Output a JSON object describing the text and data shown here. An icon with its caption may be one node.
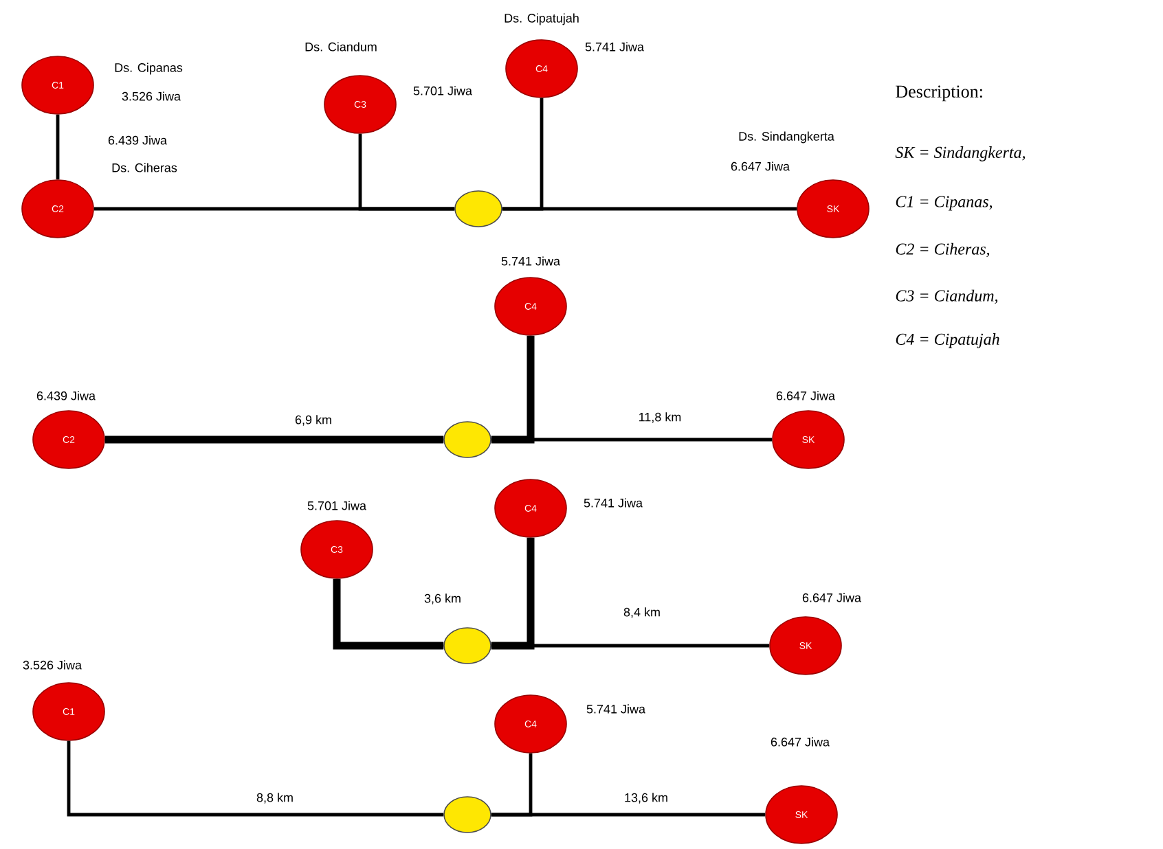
{
  "diagram": {
    "nodes": [
      {
        "text": [
          "C1"
        ],
        "beside": [
          "Ds. Cipanas",
          "3.526 Jiwa"
        ]
      },
      {
        "text": [
          "C2"
        ],
        "beside": [
          "6.439 Jiwa",
          "Ds. Ciheras"
        ]
      },
      {
        "text": [
          "C3"
        ],
        "beside": [
          "Ds. Ciandum",
          "5.701 Jiwa"
        ]
      },
      {
        "text": [
          "C4"
        ],
        "beside": [
          "Ds. Cipatujah",
          "5.741 Jiwa"
        ]
      },
      {
        "text": [],
        "shape": "circle"
      },
      {
        "text": [
          "SK"
        ],
        "beside": [
          "Ds. Sindangkerta",
          "6.647 Jiwa"
        ]
      },
      {
        "text": [
          "C2"
        ],
        "beside": [
          "6.439 Jiwa"
        ]
      },
      {
        "text": [
          "C4"
        ],
        "beside": [
          "5.741 Jiwa"
        ]
      },
      {
        "text": [],
        "shape": "circle"
      },
      {
        "text": [
          "SK"
        ],
        "beside": [
          "6.647 Jiwa"
        ]
      },
      {
        "text": [
          "C3"
        ],
        "beside": [
          "5.701 Jiwa"
        ]
      },
      {
        "text": [
          "C4"
        ],
        "beside": [
          "5.741 Jiwa"
        ]
      },
      {
        "text": [],
        "shape": "circle"
      },
      {
        "text": [
          "SK"
        ],
        "beside": [
          "6.647 Jiwa"
        ]
      },
      {
        "text": [
          "C1"
        ],
        "beside": [
          "3.526 Jiwa"
        ]
      },
      {
        "text": [
          "C4"
        ],
        "beside": [
          "5.741 Jiwa"
        ]
      },
      {
        "text": [],
        "shape": "circle"
      },
      {
        "text": [
          "SK"
        ],
        "beside": [
          "6.647 Jiwa"
        ]
      }
    ],
    "edges": [
      {
        "from": 0,
        "to": 1,
        "arrow": "none"
      },
      {
        "from": 1,
        "to": 4,
        "arrow": "none"
      },
      {
        "from": 2,
        "to": 4,
        "arrow": "none"
      },
      {
        "from": 3,
        "to": 4,
        "arrow": "none"
      },
      {
        "from": 4,
        "to": 5,
        "arrow": "none"
      },
      {
        "from": 6,
        "to": 8,
        "arrow": "none",
        "style": "thick",
        "label": "6,9 km"
      },
      {
        "from": 7,
        "to": 8,
        "arrow": "none",
        "style": "thick"
      },
      {
        "from": 8,
        "to": 9,
        "arrow": "none",
        "label": "11,8 km"
      },
      {
        "from": 10,
        "to": 12,
        "arrow": "none",
        "style": "thick",
        "label": "3,6 km"
      },
      {
        "from": 11,
        "to": 12,
        "arrow": "none",
        "style": "thick"
      },
      {
        "from": 12,
        "to": 13,
        "arrow": "none",
        "label": "8,4 km"
      },
      {
        "from": 14,
        "to": 16,
        "arrow": "none",
        "label": "8,8 km"
      },
      {
        "from": 15,
        "to": 16,
        "arrow": "none"
      },
      {
        "from": 16,
        "to": 17,
        "arrow": "none",
        "label": "13,6 km"
      }
    ],
    "labels": [
      "Description:",
      "SK = Sindangkerta,",
      "C1 = Cipanas,",
      "C2 = Ciheras,",
      "C3 = Ciandum,",
      "C4 = Cipatujah"
    ]
  }
}
